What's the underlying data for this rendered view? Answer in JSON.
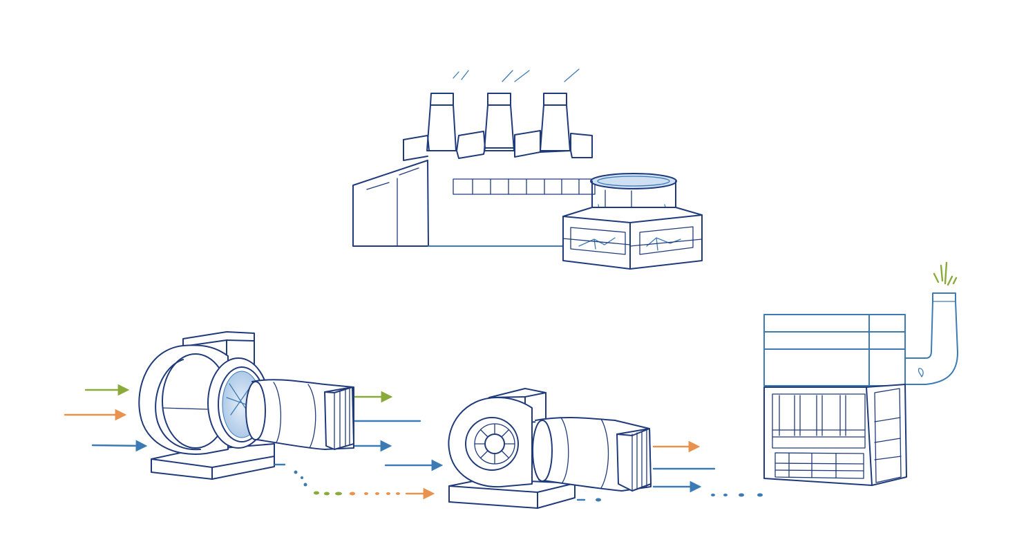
{
  "colors": {
    "navy": "#1f3a7a",
    "steel": "#3b7ab5",
    "glass": "#cfe0f3",
    "green": "#8aaa3c",
    "orange": "#e8924e",
    "blue": "#3b7ab5"
  },
  "diagram": {
    "nodes": [
      {
        "id": "factory",
        "icon": "factory-with-cooling-tower-icon"
      },
      {
        "id": "large-blower",
        "icon": "centrifugal-blower-icon"
      },
      {
        "id": "small-blower",
        "icon": "centrifugal-fan-icon"
      },
      {
        "id": "treatment-building",
        "icon": "building-with-stack-icon"
      }
    ],
    "flows": [
      {
        "from": "input",
        "to": "large-blower",
        "colors": [
          "green",
          "orange",
          "blue"
        ]
      },
      {
        "from": "large-blower",
        "to": "small-blower",
        "colors": [
          "green",
          "orange",
          "blue"
        ]
      },
      {
        "from": "small-blower",
        "to": "treatment-building",
        "colors": [
          "orange",
          "blue"
        ]
      },
      {
        "from": "treatment-building",
        "to": "atmosphere",
        "colors": [
          "green"
        ]
      }
    ]
  }
}
